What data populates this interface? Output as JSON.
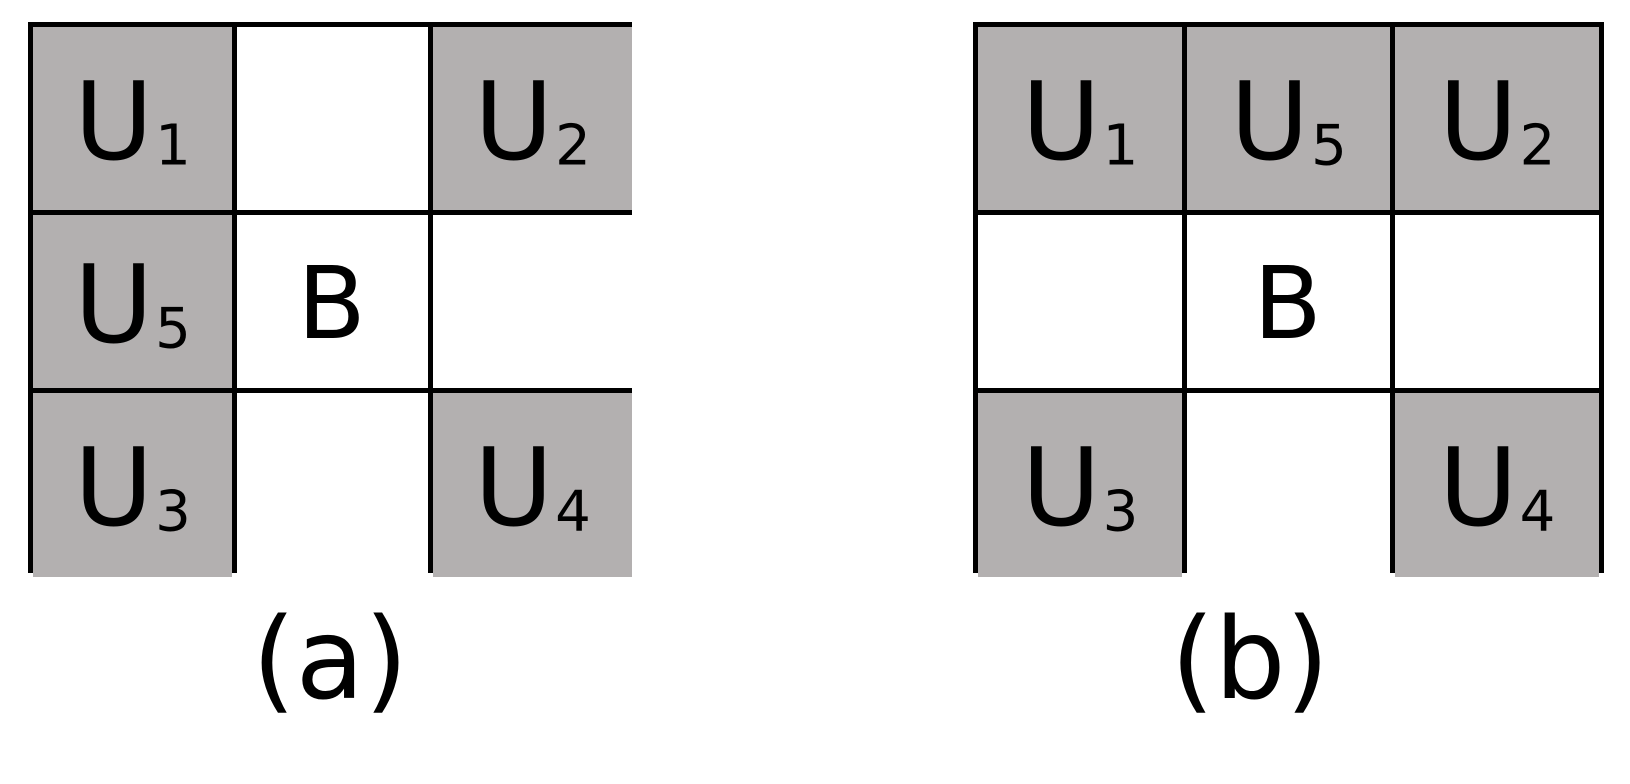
{
  "figure": {
    "background_color": "#ffffff",
    "line_color": "#000000",
    "shaded_cell_color": "#b3b0b0",
    "empty_cell_color": "#ffffff",
    "panels": [
      {
        "id": "panel-a",
        "caption": "(a)",
        "rows": 3,
        "columns": 3,
        "cells": [
          {
            "base": "U",
            "sub": "1",
            "shaded": true
          },
          {
            "base": "",
            "sub": "",
            "shaded": false
          },
          {
            "base": "U",
            "sub": "2",
            "shaded": true
          },
          {
            "base": "U",
            "sub": "5",
            "shaded": true
          },
          {
            "base": "B",
            "sub": "",
            "shaded": false
          },
          {
            "base": "",
            "sub": "",
            "shaded": false
          },
          {
            "base": "U",
            "sub": "3",
            "shaded": true
          },
          {
            "base": "",
            "sub": "",
            "shaded": false
          },
          {
            "base": "U",
            "sub": "4",
            "shaded": true
          }
        ]
      },
      {
        "id": "panel-b",
        "caption": "(b)",
        "rows": 3,
        "columns": 3,
        "cells": [
          {
            "base": "U",
            "sub": "1",
            "shaded": true
          },
          {
            "base": "U",
            "sub": "5",
            "shaded": true
          },
          {
            "base": "U",
            "sub": "2",
            "shaded": true
          },
          {
            "base": "",
            "sub": "",
            "shaded": false
          },
          {
            "base": "B",
            "sub": "",
            "shaded": false
          },
          {
            "base": "",
            "sub": "",
            "shaded": false
          },
          {
            "base": "U",
            "sub": "3",
            "shaded": true
          },
          {
            "base": "",
            "sub": "",
            "shaded": false
          },
          {
            "base": "U",
            "sub": "4",
            "shaded": true
          }
        ]
      }
    ]
  }
}
